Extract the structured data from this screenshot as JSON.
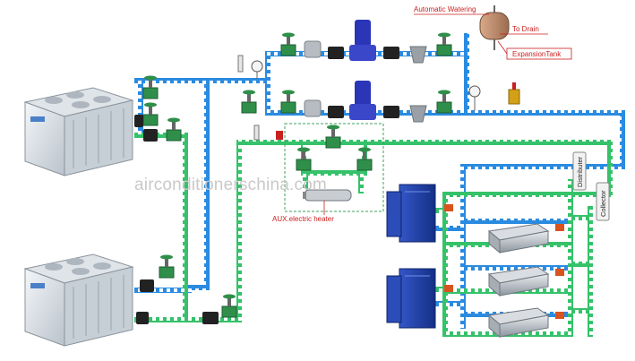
{
  "watermark": "airconditionerschina.com",
  "labels": {
    "automatic_watering": "Automatic Watering",
    "to_drain": "To Drain",
    "expansion_tank": "ExpansionTank",
    "aux_electric_heater": "AUX.electric heater",
    "distributer": "Distributer",
    "collector": "Collector"
  },
  "colors": {
    "supply_pipe": "#2a8be0",
    "return_pipe": "#35c26a",
    "label_red": "#cc1f1f",
    "valve_green": "#2f8f4a",
    "pump_blue": "#2a35b8",
    "unit_blue": "#1f3fa8"
  }
}
